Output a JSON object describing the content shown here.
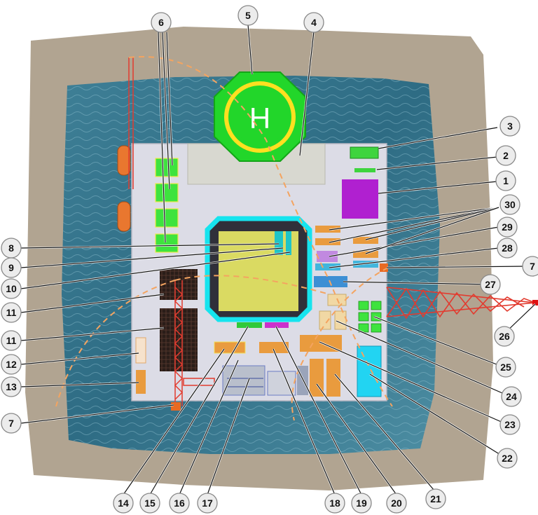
{
  "helipad": {
    "mark": "H"
  },
  "callouts": [
    {
      "id": "c1",
      "label": "1"
    },
    {
      "id": "c2",
      "label": "2"
    },
    {
      "id": "c3",
      "label": "3"
    },
    {
      "id": "c4",
      "label": "4"
    },
    {
      "id": "c5",
      "label": "5"
    },
    {
      "id": "c6",
      "label": "6"
    },
    {
      "id": "c7a",
      "label": "7"
    },
    {
      "id": "c7b",
      "label": "7"
    },
    {
      "id": "c8",
      "label": "8"
    },
    {
      "id": "c9",
      "label": "9"
    },
    {
      "id": "c10",
      "label": "10"
    },
    {
      "id": "c11a",
      "label": "11"
    },
    {
      "id": "c11b",
      "label": "11"
    },
    {
      "id": "c12",
      "label": "12"
    },
    {
      "id": "c13",
      "label": "13"
    },
    {
      "id": "c14",
      "label": "14"
    },
    {
      "id": "c15",
      "label": "15"
    },
    {
      "id": "c16",
      "label": "16"
    },
    {
      "id": "c17",
      "label": "17"
    },
    {
      "id": "c18",
      "label": "18"
    },
    {
      "id": "c19",
      "label": "19"
    },
    {
      "id": "c20",
      "label": "20"
    },
    {
      "id": "c21",
      "label": "21"
    },
    {
      "id": "c22",
      "label": "22"
    },
    {
      "id": "c23",
      "label": "23"
    },
    {
      "id": "c24",
      "label": "24"
    },
    {
      "id": "c25",
      "label": "25"
    },
    {
      "id": "c26",
      "label": "26"
    },
    {
      "id": "c27",
      "label": "27"
    },
    {
      "id": "c28",
      "label": "28"
    },
    {
      "id": "c29",
      "label": "29"
    },
    {
      "id": "c30",
      "label": "30"
    }
  ]
}
